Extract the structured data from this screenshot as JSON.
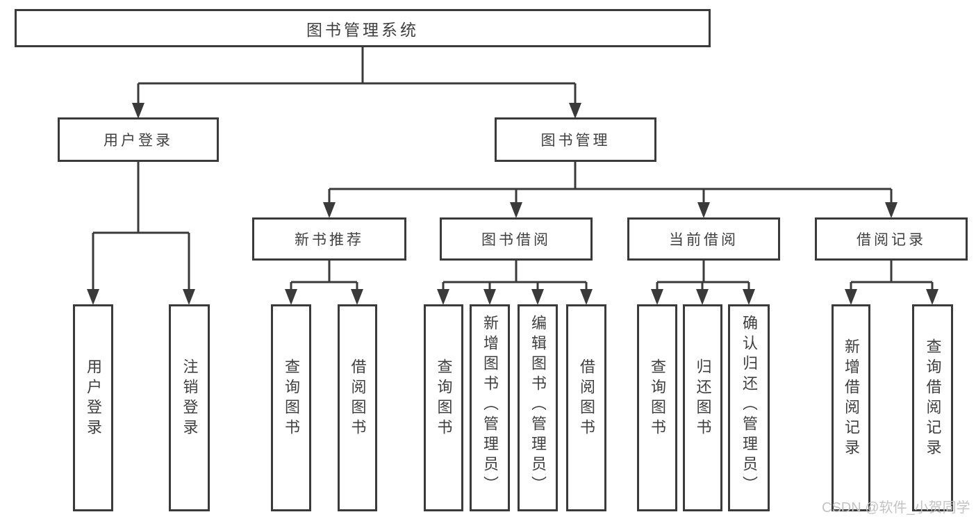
{
  "diagram": {
    "title": "图书管理系统",
    "branches": [
      {
        "label": "用户登录",
        "children": [
          "用户登录",
          "注销登录"
        ]
      },
      {
        "label": "图书管理",
        "modules": [
          {
            "label": "新书推荐",
            "children": [
              "查询图书",
              "借阅图书"
            ]
          },
          {
            "label": "图书借阅",
            "children": [
              "查询图书",
              "新增图书（管理员）",
              "编辑图书（管理员）",
              "借阅图书"
            ]
          },
          {
            "label": "当前借阅",
            "children": [
              "查询图书",
              "归还图书",
              "确认归还（管理员）"
            ]
          },
          {
            "label": "借阅记录",
            "children": [
              "新增借阅记录",
              "查询借阅记录"
            ]
          }
        ]
      }
    ]
  },
  "watermark": {
    "text": "CSDN @软件_小贺同学"
  },
  "colors": {
    "line": "#3a3a3a",
    "text": "#3f3f3f",
    "watermark": "#c3c3c3",
    "background": "#ffffff"
  }
}
